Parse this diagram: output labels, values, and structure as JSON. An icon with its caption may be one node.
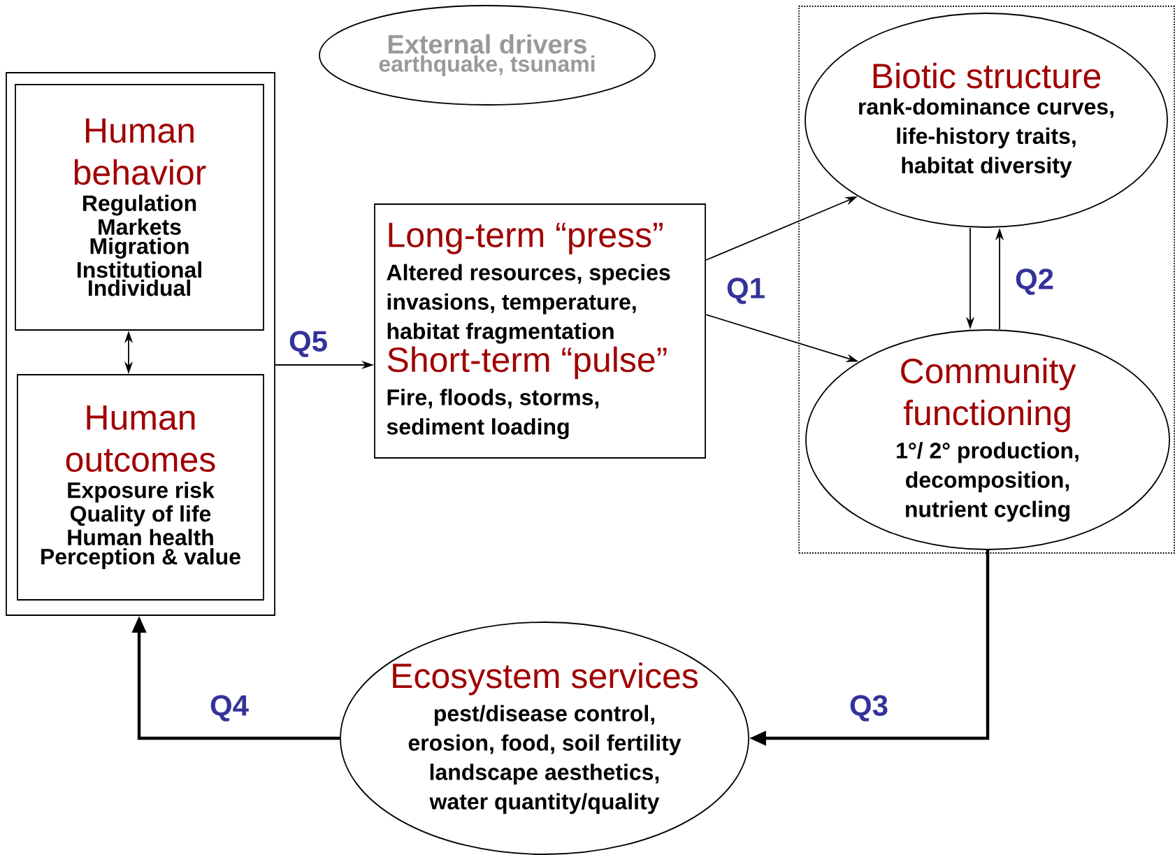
{
  "diagram": {
    "nodes": [
      {
        "text": [],
        "shape": "box"
      },
      {
        "text": [
          "Human behavior",
          "Regulation",
          "Markets",
          "Migration",
          "Institutional",
          "Individual"
        ],
        "in": 0
      },
      {
        "text": [
          "Human outcomes",
          "Exposure risk",
          "Quality of life",
          "Human health",
          "Perception & value"
        ],
        "in": 0
      },
      {
        "text": [
          "External drivers",
          "earthquake, tsunami"
        ]
      },
      {
        "text": [
          "Long-term “press”",
          "Altered resources, species invasions, temperature, habitat fragmentation",
          "Short-term “pulse”",
          "Fire, floods, storms, sediment loading"
        ]
      },
      {
        "text": [],
        "shape": "box"
      },
      {
        "text": [
          "Biotic structure",
          "rank-dominance curves, life-history traits, habitat diversity"
        ],
        "in": 5
      },
      {
        "text": [
          "Community functioning",
          "1°/ 2° production, decomposition, nutrient cycling"
        ],
        "in": 5
      },
      {
        "text": [
          "Ecosystem services",
          "pest/disease control, erosion, food, soil fertility landscape aesthetics, water quantity/quality"
        ]
      }
    ],
    "edges": [
      {
        "from": 1,
        "to": 2,
        "arrow": "both"
      },
      {
        "from": 0,
        "to": 4,
        "arrow": "to",
        "label": "Q5"
      },
      {
        "from": 4,
        "to": 6,
        "arrow": "to",
        "label": "Q1"
      },
      {
        "from": 4,
        "to": 7,
        "arrow": "to"
      },
      {
        "from": 6,
        "to": 7,
        "arrow": "to"
      },
      {
        "from": 7,
        "to": 6,
        "arrow": "to",
        "label": "Q2"
      },
      {
        "from": 7,
        "to": 8,
        "arrow": "to",
        "label": "Q3",
        "style": "thick"
      },
      {
        "from": 8,
        "to": 0,
        "arrow": "to",
        "label": "Q4",
        "style": "thick"
      }
    ]
  }
}
